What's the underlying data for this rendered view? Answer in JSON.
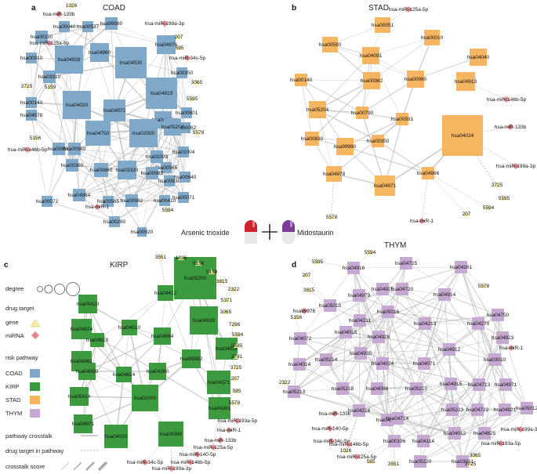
{
  "colors": {
    "COAD": "#7fa8c9",
    "STAD": "#f6b560",
    "KIRP": "#3d9b3f",
    "THYM": "#c6a9d3",
    "gene": "#f7ec9a",
    "mirna": "#e8848a",
    "edge": "#b5b5b5"
  },
  "drugs": [
    "Arsenic trioxide",
    "Midostaurin"
  ],
  "legend": {
    "degree": "degree",
    "drug_target": "drug target",
    "gene": "gene",
    "mirna": "miRNA",
    "risk_pathway": "risk pathway",
    "coad": "COAD",
    "kirp": "KIRP",
    "stad": "STAD",
    "thym": "THYM",
    "crosstalk": "pathway crosstalk",
    "target": "drug target in pathway",
    "score": "crosstalk score"
  },
  "panels": [
    {
      "letter": "a",
      "title": "COAD",
      "ctype": "COAD",
      "nodes": [
        [
          "hsa00230",
          53,
          47,
          8
        ],
        [
          "hsa00040",
          82,
          34,
          7
        ],
        [
          "hsa00537",
          112,
          34,
          7
        ],
        [
          "hsa99980",
          142,
          30,
          8
        ],
        [
          "hsa00910",
          40,
          74,
          7
        ],
        [
          "hsa04928",
          88,
          76,
          18
        ],
        [
          "hsa04960",
          127,
          67,
          12
        ],
        [
          "hsa04530",
          167,
          80,
          20
        ],
        [
          "hsa04976",
          212,
          57,
          12
        ],
        [
          "hsa03310",
          63,
          98,
          8
        ],
        [
          "hsa00350",
          232,
          93,
          7
        ],
        [
          "hsa04919",
          206,
          119,
          20
        ],
        [
          "hsa04020",
          98,
          134,
          18
        ],
        [
          "hsa04972",
          146,
          141,
          14
        ],
        [
          "hsa04146",
          208,
          153,
          11
        ],
        [
          "hsa00140",
          40,
          131,
          7
        ],
        [
          "hsa04978",
          40,
          147,
          7
        ],
        [
          "hsa00601",
          238,
          144,
          7
        ],
        [
          "hsa00062",
          236,
          163,
          7
        ],
        [
          "hsa04750",
          125,
          170,
          16
        ],
        [
          "hsa02000",
          183,
          170,
          18
        ],
        [
          "hsa05204",
          220,
          162,
          11
        ],
        [
          "hsa00659",
          75,
          190,
          8
        ],
        [
          "hsa00980",
          95,
          190,
          8
        ],
        [
          "hsa01004",
          234,
          194,
          7
        ],
        [
          "hsa01003",
          200,
          200,
          8
        ],
        [
          "hsa00565",
          212,
          214,
          7
        ],
        [
          "hsa00360",
          92,
          211,
          8
        ],
        [
          "hsa00860",
          129,
          217,
          9
        ],
        [
          "hsa03320",
          162,
          217,
          12
        ],
        [
          "hsa00983",
          194,
          221,
          8
        ],
        [
          "hsa00830",
          216,
          231,
          7
        ],
        [
          "hsa00640",
          236,
          226,
          7
        ],
        [
          "hsa04964",
          101,
          249,
          8
        ],
        [
          "hsa00565b",
          138,
          257,
          7
        ],
        [
          "hsa00982",
          168,
          256,
          8
        ],
        [
          "hsa00410",
          210,
          256,
          7
        ],
        [
          "hsa00071",
          234,
          252,
          7
        ],
        [
          "hsa00072",
          60,
          257,
          7
        ],
        [
          "hsa00280",
          146,
          283,
          7
        ],
        [
          "hsa00920",
          181,
          296,
          6
        ]
      ],
      "targets": [
        [
          "1026",
          91,
          7,
          "g"
        ],
        [
          "hsa-miR-133b",
          75,
          18,
          "m"
        ],
        [
          "hsa-miR-199a-3p",
          210,
          30,
          "m"
        ],
        [
          "207",
          228,
          47,
          "g"
        ],
        [
          "595",
          229,
          61,
          "g"
        ],
        [
          "hsa-miR-125a-5p",
          63,
          55,
          "m"
        ],
        [
          "hsa-miR-34c-5p",
          239,
          74,
          "m"
        ],
        [
          "3725",
          34,
          110,
          "g"
        ],
        [
          "5159",
          64,
          111,
          "g"
        ],
        [
          "3065",
          251,
          105,
          "g"
        ],
        [
          "5595",
          245,
          126,
          "g"
        ],
        [
          "5578",
          253,
          169,
          "g"
        ],
        [
          "5156",
          45,
          176,
          "g"
        ],
        [
          "hsa-miR-146b-5p",
          35,
          191,
          "m"
        ],
        [
          "hsa-miR-1",
          124,
          264,
          "m"
        ],
        [
          "5594",
          214,
          268,
          "g"
        ]
      ]
    },
    {
      "letter": "b",
      "title": "STAD",
      "ctype": "STAD",
      "nodes": [
        [
          "hsa00051",
          488,
          32,
          10
        ],
        [
          "hsa00590",
          421,
          57,
          10
        ],
        [
          "hsa00010",
          551,
          48,
          10
        ],
        [
          "hsa04091",
          473,
          71,
          11
        ],
        [
          "hsa04040",
          610,
          73,
          11
        ],
        [
          "hsa00140",
          384,
          102,
          8
        ],
        [
          "hsa00982",
          474,
          103,
          11
        ],
        [
          "hsa00980",
          530,
          101,
          11
        ],
        [
          "hsa04913",
          594,
          104,
          12
        ],
        [
          "hsa05204",
          405,
          140,
          11
        ],
        [
          "hsa00790",
          462,
          144,
          8
        ],
        [
          "hsa00591",
          513,
          152,
          8
        ],
        [
          "hsa04024",
          590,
          173,
          26
        ],
        [
          "hsa00830",
          398,
          177,
          9
        ],
        [
          "hsa00350",
          482,
          180,
          8
        ],
        [
          "hsa99980",
          440,
          187,
          11
        ],
        [
          "hsa04978",
          426,
          222,
          10
        ],
        [
          "hsa04966",
          546,
          221,
          8
        ],
        [
          "hsa04971",
          491,
          237,
          13
        ]
      ],
      "targets": [
        [
          "hsa-miR-125a-5p",
          521,
          12,
          "m"
        ],
        [
          "hsa-miR-146b-5p",
          646,
          127,
          "m"
        ],
        [
          "hsa-miR-133b",
          651,
          162,
          "m"
        ],
        [
          "hsa-miR-199a-3p",
          658,
          212,
          "m"
        ],
        [
          "3725",
          634,
          236,
          "g"
        ],
        [
          "5595",
          643,
          253,
          "g"
        ],
        [
          "5594",
          623,
          265,
          "g"
        ],
        [
          "207",
          595,
          273,
          "g"
        ],
        [
          "5578",
          423,
          277,
          "g"
        ],
        [
          "hsa-miR-1",
          538,
          282,
          "m"
        ]
      ]
    },
    {
      "letter": "c",
      "title": "KIRP",
      "ctype": "KIRP",
      "nodes": [
        [
          "hsa05200",
          249,
          355,
          27
        ],
        [
          "hsa04412",
          211,
          374,
          10
        ],
        [
          "hsa05410",
          112,
          388,
          12
        ],
        [
          "hsa04933",
          260,
          409,
          18
        ],
        [
          "hsa04924",
          104,
          420,
          13
        ],
        [
          "hsa04510",
          165,
          418,
          10
        ],
        [
          "hsa04810",
          124,
          434,
          9
        ],
        [
          "hsa04964",
          207,
          429,
          11
        ],
        [
          "hsa04919",
          289,
          445,
          14
        ],
        [
          "hsa04961",
          104,
          461,
          13
        ],
        [
          "hsa04080",
          111,
          474,
          11
        ],
        [
          "hsa99982",
          244,
          458,
          12
        ],
        [
          "hsa04614",
          158,
          478,
          10
        ],
        [
          "hsa04260",
          201,
          474,
          11
        ],
        [
          "hsa04371",
          279,
          488,
          15
        ],
        [
          "hsa05414",
          101,
          506,
          12
        ],
        [
          "hsa02000",
          185,
          508,
          17
        ],
        [
          "hsa04261",
          280,
          521,
          14
        ],
        [
          "hsa04971",
          106,
          541,
          12
        ],
        [
          "hsa04020",
          148,
          557,
          15
        ],
        [
          "hsa04390",
          218,
          554,
          16
        ]
      ],
      "targets": [
        [
          "3551",
          205,
          328,
          "g"
        ],
        [
          "1026",
          231,
          329,
          "g"
        ],
        [
          "5156",
          253,
          336,
          "g"
        ],
        [
          "5159",
          270,
          347,
          "g"
        ],
        [
          "3815",
          283,
          359,
          "g"
        ],
        [
          "2322",
          298,
          369,
          "g"
        ],
        [
          "5371",
          289,
          383,
          "g"
        ],
        [
          "3065",
          288,
          398,
          "g"
        ],
        [
          "7296",
          299,
          414,
          "g"
        ],
        [
          "5594",
          303,
          427,
          "g"
        ],
        [
          "5595",
          302,
          441,
          "g"
        ],
        [
          "3791",
          302,
          455,
          "g"
        ],
        [
          "3725",
          301,
          469,
          "g"
        ],
        [
          "207",
          300,
          483,
          "g"
        ],
        [
          "595",
          302,
          499,
          "g"
        ],
        [
          "5578",
          299,
          514,
          "g"
        ],
        [
          "hsa-miR-193a-5p",
          303,
          537,
          "m"
        ],
        [
          "hsa-miR-1",
          292,
          549,
          "m"
        ],
        [
          "hsa-miR-133b",
          281,
          562,
          "m"
        ],
        [
          "hsa-miR-125a-5p",
          272,
          571,
          "m"
        ],
        [
          "hsa-miR-140-5p",
          252,
          580,
          "m"
        ],
        [
          "hsa-miR-146b-5p",
          243,
          590,
          "m"
        ],
        [
          "hsa-miR-34c-5p",
          185,
          590,
          "m"
        ],
        [
          "hsa-miR-199a-3p",
          219,
          598,
          "m"
        ]
      ]
    },
    {
      "letter": "d",
      "title": "THYM",
      "ctype": "THYM",
      "nodes": [
        [
          "hsa04916",
          451,
          342,
          8
        ],
        [
          "hsa04725",
          518,
          336,
          8
        ],
        [
          "hsa04261",
          588,
          341,
          8
        ],
        [
          "hsa04979",
          458,
          377,
          8
        ],
        [
          "hsa04925",
          488,
          369,
          8
        ],
        [
          "hsa04720",
          513,
          369,
          8
        ],
        [
          "hsa04914",
          567,
          376,
          8
        ],
        [
          "hsa05010",
          421,
          390,
          8
        ],
        [
          "hsa05016",
          495,
          398,
          8
        ],
        [
          "hsa04211",
          459,
          409,
          8
        ],
        [
          "hsa04213",
          542,
          413,
          8
        ],
        [
          "hsa04270",
          610,
          413,
          8
        ],
        [
          "hsa04750",
          635,
          402,
          8
        ],
        [
          "hsa04015",
          441,
          424,
          8
        ],
        [
          "hsa04926",
          483,
          430,
          8
        ],
        [
          "hsa04923",
          641,
          431,
          8
        ],
        [
          "hsa04072",
          383,
          432,
          8
        ],
        [
          "hsa04935",
          460,
          451,
          8
        ],
        [
          "hsa04912",
          573,
          446,
          8
        ],
        [
          "hsa03010",
          631,
          459,
          8
        ],
        [
          "hsa05214",
          416,
          459,
          8
        ],
        [
          "hsa04024",
          488,
          464,
          8
        ],
        [
          "hsa04071",
          541,
          464,
          8
        ],
        [
          "hsa04014",
          382,
          465,
          8
        ],
        [
          "hsa04915",
          575,
          490,
          8
        ],
        [
          "hsa04713",
          611,
          491,
          8
        ],
        [
          "hsa04971",
          645,
          491,
          8
        ],
        [
          "hsa05218",
          437,
          496,
          8
        ],
        [
          "hsa04068",
          481,
          496,
          8
        ],
        [
          "hsa05210",
          531,
          496,
          8
        ],
        [
          "hsa05213",
          375,
          500,
          8
        ],
        [
          "hsa04218",
          458,
          524,
          8
        ],
        [
          "hsa05223",
          577,
          523,
          8
        ],
        [
          "hsa04722",
          609,
          523,
          8
        ],
        [
          "hsa04921",
          644,
          523,
          8
        ],
        [
          "hsa05012",
          672,
          521,
          8
        ],
        [
          "hsa04371",
          494,
          536,
          8
        ],
        [
          "hsa04714",
          507,
          534,
          8
        ],
        [
          "hsa00196",
          503,
          563,
          8
        ],
        [
          "hsa04114",
          540,
          563,
          8
        ],
        [
          "hsa04012",
          580,
          553,
          8
        ],
        [
          "hsa04625",
          618,
          553,
          8
        ],
        [
          "hsa05220",
          536,
          589,
          8
        ],
        [
          "hsa03011",
          590,
          589,
          8
        ]
      ],
      "targets": [
        [
          "5594",
          472,
          322,
          "g"
        ],
        [
          "5595",
          405,
          334,
          "g"
        ],
        [
          "207",
          391,
          351,
          "g"
        ],
        [
          "5578",
          617,
          365,
          "g"
        ],
        [
          "3815",
          394,
          370,
          "g"
        ],
        [
          "hsa99976",
          388,
          397,
          "m"
        ],
        [
          "5156",
          378,
          405,
          "g"
        ],
        [
          "hsa-miR-1",
          652,
          444,
          "m"
        ],
        [
          "2322",
          363,
          488,
          "g"
        ],
        [
          "hsa-miR-133b",
          427,
          528,
          "m"
        ],
        [
          "hsa-miR-140-5p",
          421,
          547,
          "m"
        ],
        [
          "hsa-miR-34c-5p",
          423,
          563,
          "m"
        ],
        [
          "hsa-miR-146b-5p",
          445,
          567,
          "m"
        ],
        [
          "hsa-miR-125a-5p",
          455,
          583,
          "m"
        ],
        [
          "1026",
          441,
          575,
          "g"
        ],
        [
          "595",
          473,
          589,
          "g"
        ],
        [
          "3551",
          502,
          592,
          "g"
        ],
        [
          "3065",
          606,
          581,
          "g"
        ],
        [
          "3725",
          600,
          592,
          "g"
        ],
        [
          "hsa-miR-199a-3p",
          664,
          548,
          "m"
        ],
        [
          "hsa-miR-193a-5p",
          639,
          566,
          "m"
        ]
      ]
    }
  ]
}
